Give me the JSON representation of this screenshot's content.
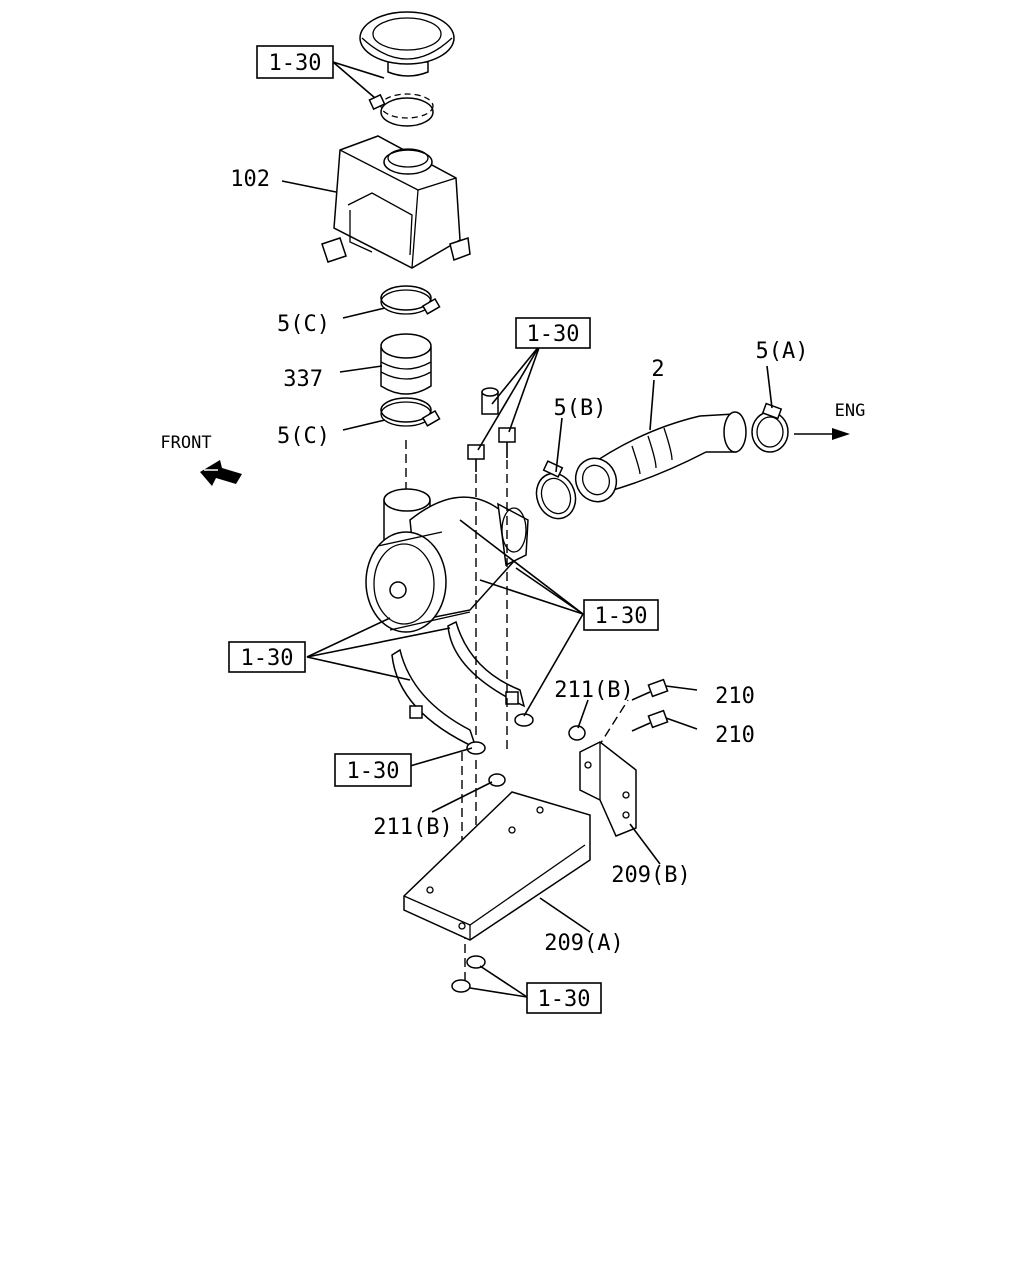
{
  "labels": {
    "ref": "1-30",
    "p102": "102",
    "p5c": "5(C)",
    "p337": "337",
    "p2": "2",
    "p5b": "5(B)",
    "p5a": "5(A)",
    "eng": "ENG",
    "front": "FRONT",
    "p211b": "211(B)",
    "p210": "210",
    "p209b": "209(B)",
    "p209a": "209(A)"
  }
}
